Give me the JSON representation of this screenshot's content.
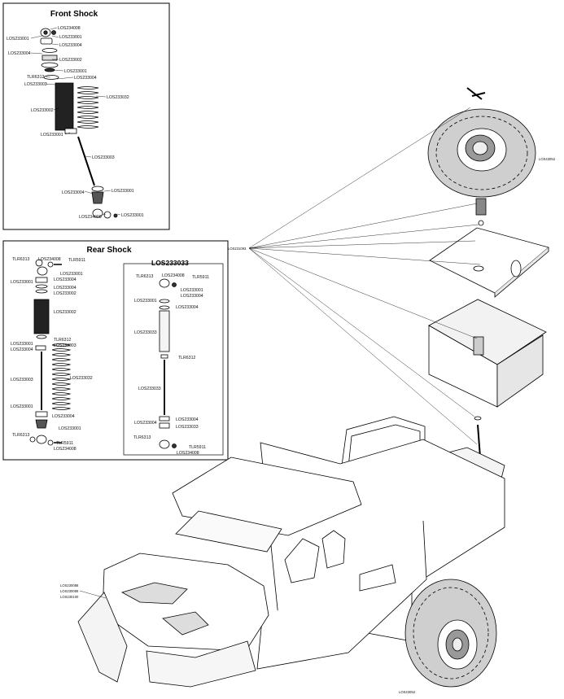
{
  "front_shock": {
    "title": "Front Shock",
    "labels": [
      "LOS234008",
      "LOS233001",
      "LOS233001",
      "LOS233004",
      "LOS233004",
      "LOS233002",
      "LOS233001",
      "TLR6312",
      "LOS233004",
      "LOS233003",
      "LOS233032",
      "LOS233002",
      "LOS233001",
      "LOS233003",
      "LOS233004",
      "LOS233001",
      "LOS234008",
      "LOS233001"
    ]
  },
  "rear_shock": {
    "title": "Rear Shock",
    "labels": [
      "TLR6313",
      "LOS234008",
      "TLR5911",
      "LOS233001",
      "LOS233001",
      "LOS233004",
      "LOS233004",
      "LOS233002",
      "LOS233002",
      "LOS233001",
      "TLR6312",
      "LOS233004",
      "LOS233003",
      "LOS233003",
      "LOS233032",
      "LOS233001",
      "LOS233004",
      "TLR6313",
      "LOS233001",
      "TLR5911",
      "LOS234008"
    ]
  },
  "rear_shock_alt": {
    "title": "LOS233033",
    "labels": [
      "TLR6313",
      "LOS234008",
      "TLR5911",
      "LOS233001",
      "LOS233004",
      "LOS233001",
      "LOS233004",
      "LOS233033",
      "TLR6312",
      "LOS233033",
      "LOS233004",
      "LOS233004",
      "LOS233033",
      "TLR6313",
      "TLR5911",
      "LOS234008"
    ]
  },
  "body_parts": {
    "spare_tire": "LOS43052",
    "shared_callout": "LOS231093",
    "body_callouts": [
      "LOS230088",
      "LOS230089",
      "LOS230100"
    ],
    "front_tire": "LOS43052"
  }
}
